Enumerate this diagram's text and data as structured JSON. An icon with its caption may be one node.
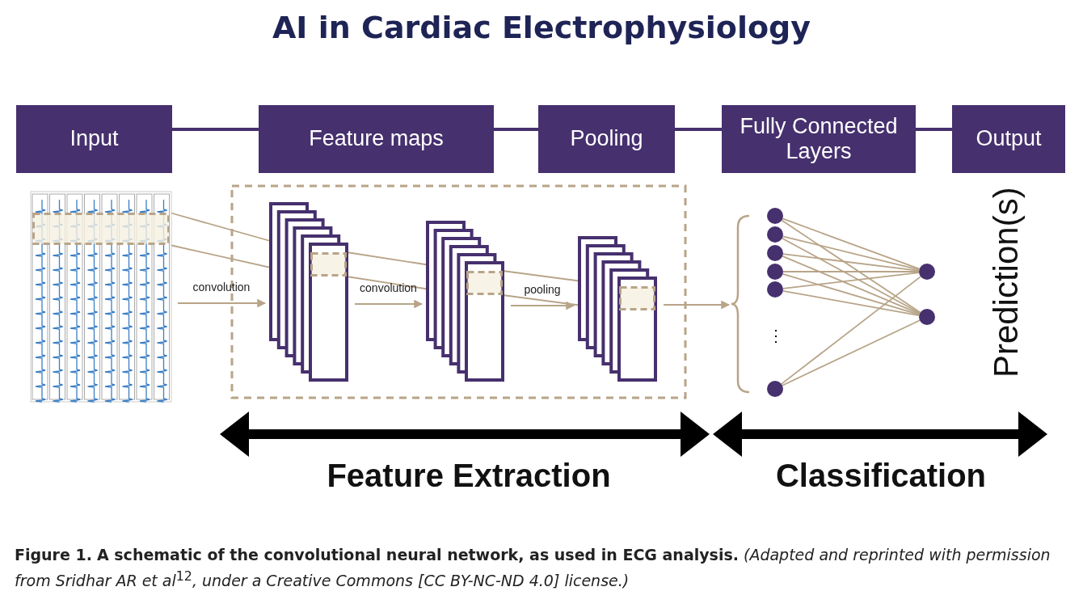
{
  "diagram": {
    "title": "AI in Cardiac Electrophysiology",
    "caption": "**Figure 1.** **A schematic of the convolutional neural network, as used in ECG analysis.** *(Adapted and reprinted with permission from Sridhar AR et al*$^{12}$*, under a Creative Commons [CC BY-NC-ND 4.0] license.)*",
    "nodes": [
      {
        "text": [
          "Input"
        ]
      },
      {
        "text": [
          "Feature maps"
        ]
      },
      {
        "text": [
          "Pooling"
        ]
      },
      {
        "text": [
          "Fully Connected Layers"
        ]
      },
      {
        "text": [
          "Output"
        ]
      },
      {
        "text": [],
        "shape": "picture"
      },
      {
        "text": [],
        "shape": "box"
      },
      {
        "text": [],
        "shape": "stack",
        "in": 6
      },
      {
        "text": [],
        "shape": "stack",
        "in": 6
      },
      {
        "text": [],
        "shape": "stack",
        "in": 6
      },
      {
        "text": [],
        "shape": "brace"
      },
      {
        "text": [],
        "shape": "circle"
      },
      {
        "text": [],
        "shape": "circle"
      },
      {
        "text": [],
        "shape": "circle"
      },
      {
        "text": [],
        "shape": "circle"
      },
      {
        "text": [],
        "shape": "circle"
      },
      {
        "text": [],
        "shape": "circle"
      },
      {
        "text": [],
        "shape": "circle"
      },
      {
        "text": [],
        "shape": "circle"
      },
      {
        "text": [],
        "shape": "box",
        "in": 5
      },
      {
        "text": [],
        "shape": "box",
        "in": 7
      },
      {
        "text": [],
        "shape": "box",
        "in": 8
      },
      {
        "text": [],
        "shape": "box",
        "in": 9
      }
    ],
    "edges": [
      {
        "from": 0,
        "to": 1,
        "arrow": "none",
        "style": "thick",
        "color": "#46306e"
      },
      {
        "from": 1,
        "to": 2,
        "arrow": "none",
        "style": "thick",
        "color": "#46306e"
      },
      {
        "from": 2,
        "to": 3,
        "arrow": "none",
        "style": "thick",
        "color": "#46306e"
      },
      {
        "from": 3,
        "to": 4,
        "arrow": "none",
        "style": "thick",
        "color": "#46306e"
      },
      {
        "from": 5,
        "to": 7,
        "arrow": "to",
        "label": "convolution"
      },
      {
        "from": 7,
        "to": 8,
        "arrow": "to",
        "label": "convolution"
      },
      {
        "from": 8,
        "to": 9,
        "arrow": "to",
        "label": "pooling"
      },
      {
        "from": 9,
        "to": 10,
        "arrow": "to"
      },
      {
        "from": 11,
        "to": 17,
        "arrow": "none"
      },
      {
        "from": 11,
        "to": 18,
        "arrow": "none"
      },
      {
        "from": 12,
        "to": 17,
        "arrow": "none"
      },
      {
        "from": 12,
        "to": 18,
        "arrow": "none"
      },
      {
        "from": 13,
        "to": 17,
        "arrow": "none"
      },
      {
        "from": 13,
        "to": 18,
        "arrow": "none"
      },
      {
        "from": 14,
        "to": 17,
        "arrow": "none"
      },
      {
        "from": 14,
        "to": 18,
        "arrow": "none"
      },
      {
        "from": 15,
        "to": 17,
        "arrow": "none"
      },
      {
        "from": 15,
        "to": 18,
        "arrow": "none"
      },
      {
        "from": 16,
        "to": 17,
        "arrow": "none"
      },
      {
        "from": 16,
        "to": 18,
        "arrow": "none"
      },
      {
        "from": 19,
        "to": 20,
        "arrow": "none"
      },
      {
        "from": 19,
        "to": 20,
        "arrow": "none"
      },
      {
        "from": 20,
        "to": 21,
        "arrow": "none"
      },
      {
        "from": 20,
        "to": 21,
        "arrow": "none"
      },
      {
        "from": 21,
        "to": 22,
        "arrow": "none"
      },
      {
        "from": 21,
        "to": 22,
        "arrow": "none"
      }
    ],
    "labels": [
      "⋮",
      "Prediction(s)",
      "Feature Extraction",
      "Classification"
    ]
  }
}
